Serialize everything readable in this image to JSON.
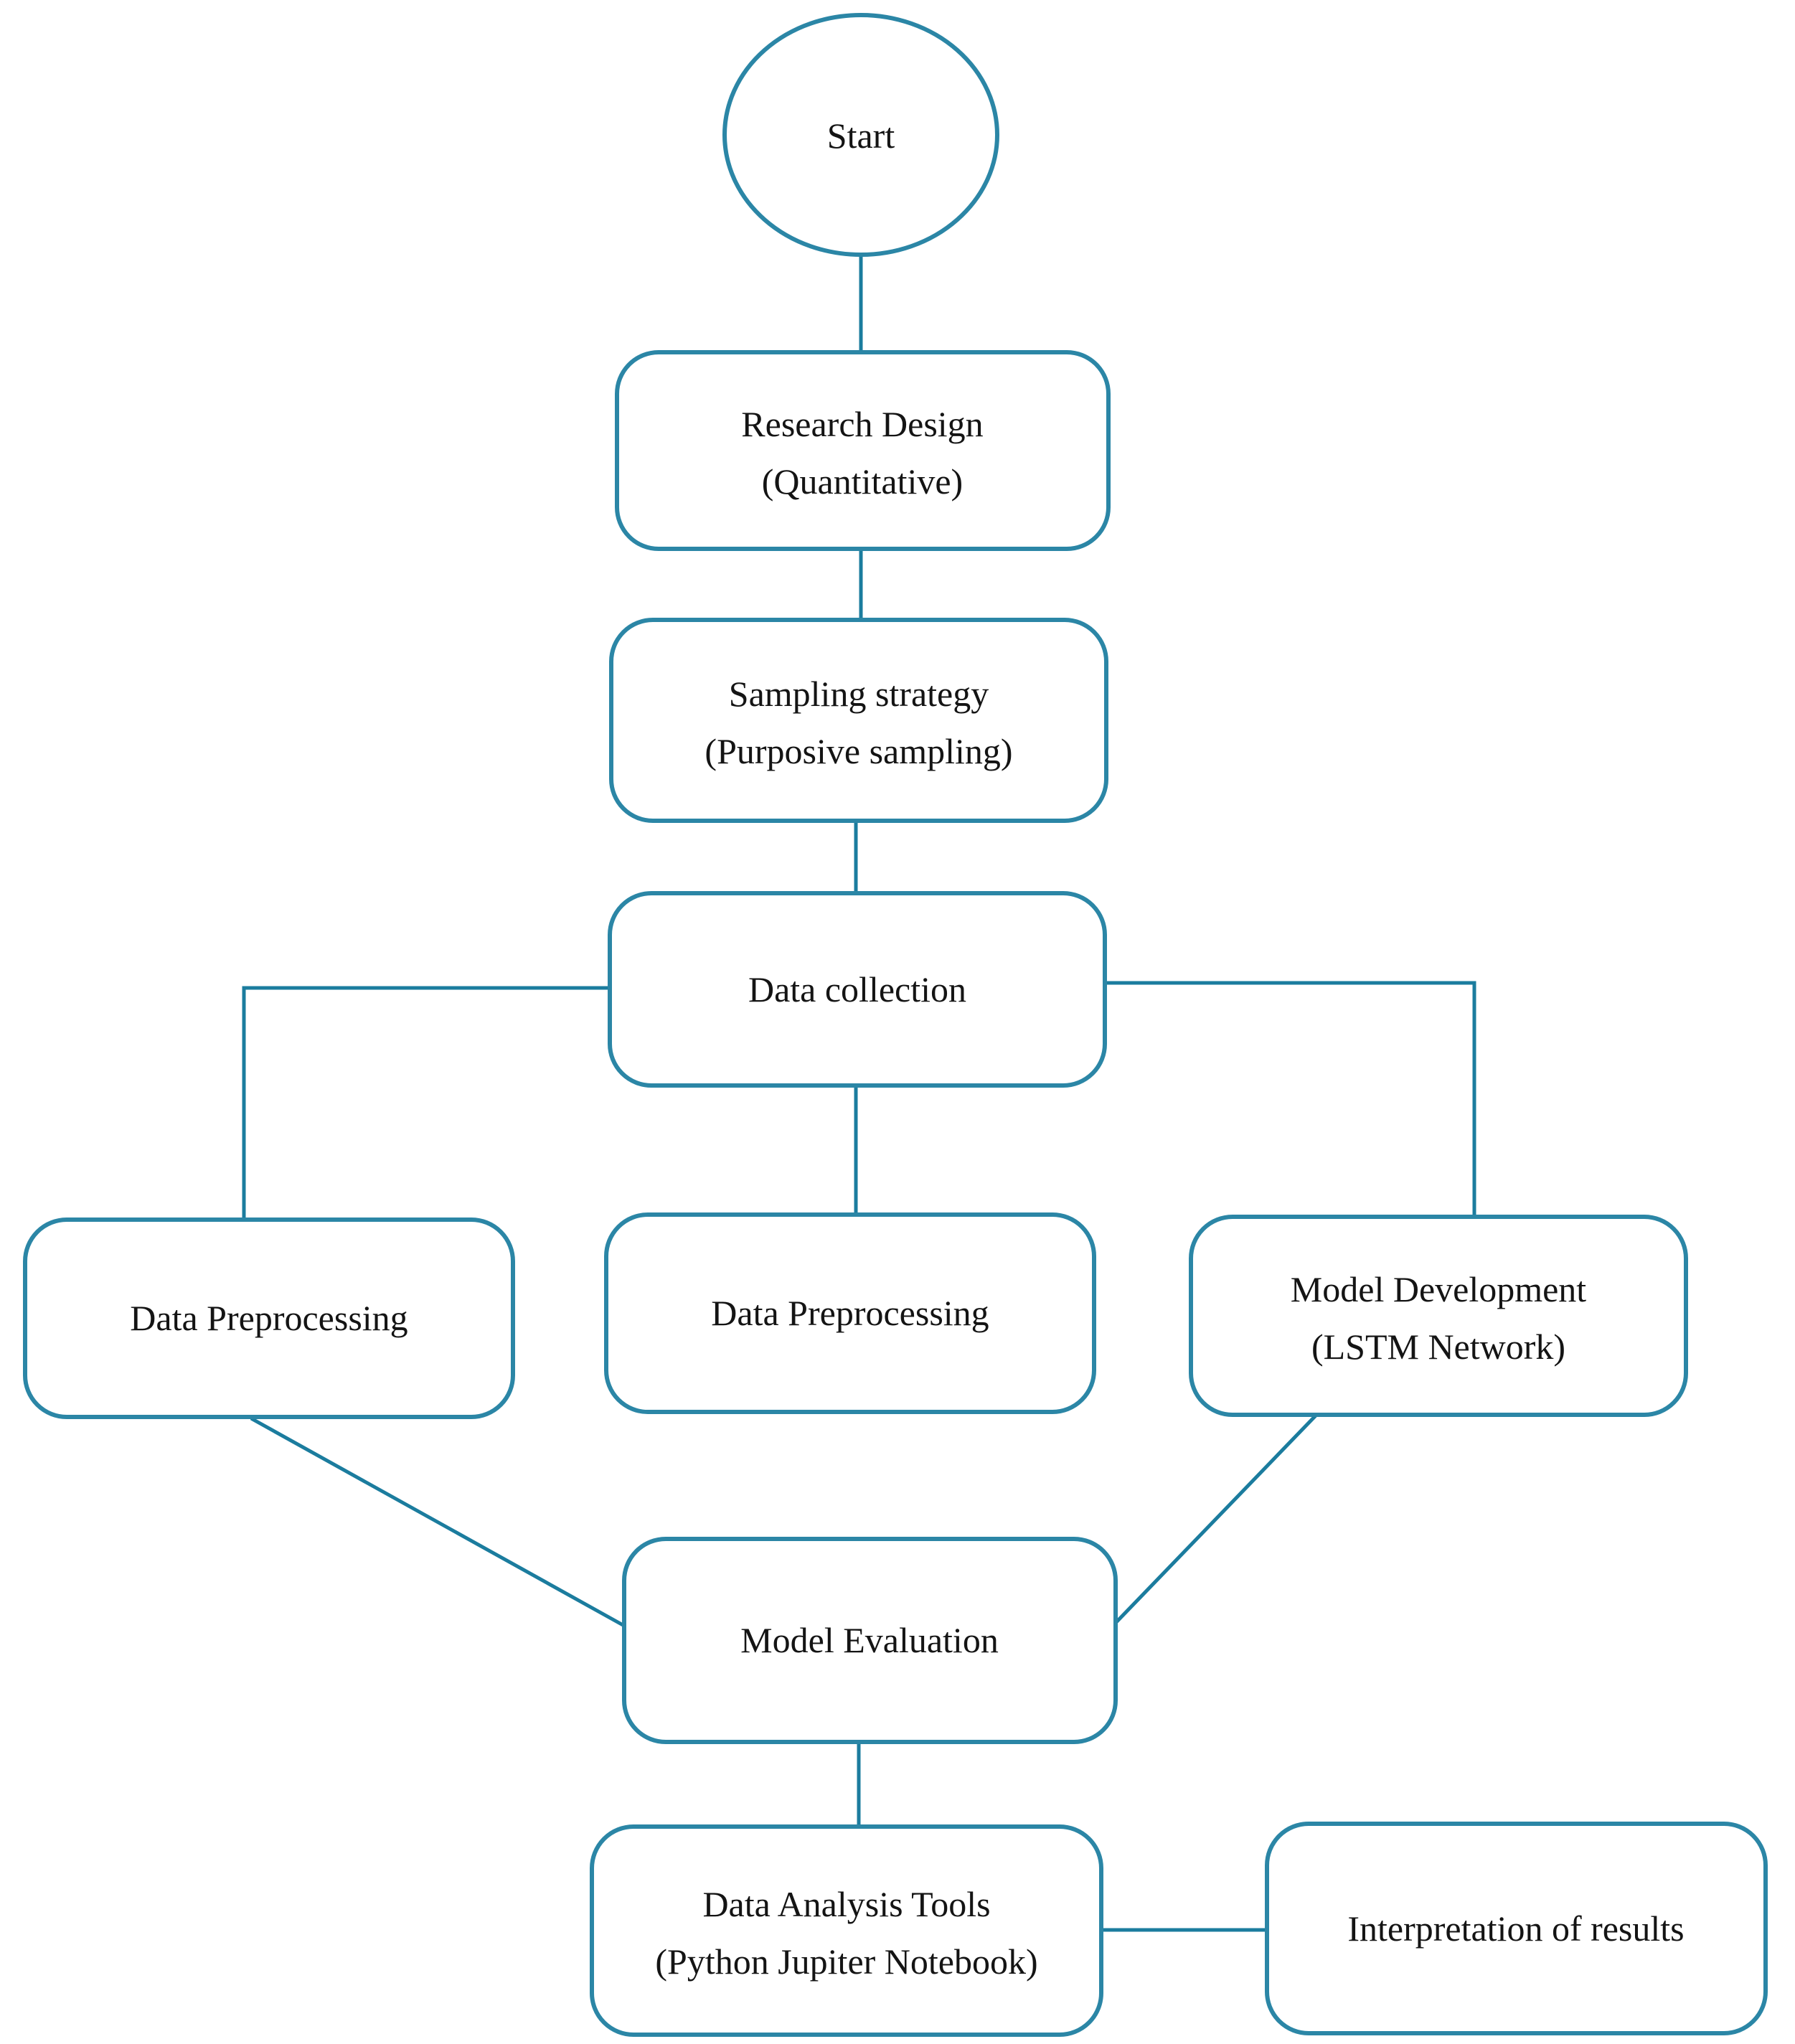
{
  "colors": {
    "background": "#ffffff",
    "edge": "#1b7c9e",
    "box_border": "#2b86a6",
    "text": "#141414"
  },
  "nodes": {
    "start": {
      "label": "Start"
    },
    "research_design": {
      "line1": "Research Design",
      "line2": "(Quantitative)"
    },
    "sampling_strategy": {
      "line1": "Sampling strategy",
      "line2": "(Purposive sampling)"
    },
    "data_collection": {
      "label": "Data collection"
    },
    "data_preprocessing_left": {
      "label": "Data Preprocessing"
    },
    "data_preprocessing_center": {
      "label": "Data Preprocessing"
    },
    "model_development": {
      "line1": "Model Development",
      "line2": "(LSTM Network)"
    },
    "model_evaluation": {
      "label": "Model Evaluation"
    },
    "data_analysis_tools": {
      "line1": "Data Analysis Tools",
      "line2": "(Python Jupiter Notebook)"
    },
    "interpretation_of_results": {
      "label": "Interpretation of results"
    }
  },
  "edges": [
    {
      "from": "start",
      "to": "research_design"
    },
    {
      "from": "research_design",
      "to": "sampling_strategy"
    },
    {
      "from": "sampling_strategy",
      "to": "data_collection"
    },
    {
      "from": "data_collection",
      "to": "data_preprocessing_left"
    },
    {
      "from": "data_collection",
      "to": "data_preprocessing_center"
    },
    {
      "from": "data_collection",
      "to": "model_development"
    },
    {
      "from": "data_preprocessing_left",
      "to": "model_evaluation"
    },
    {
      "from": "model_development",
      "to": "model_evaluation"
    },
    {
      "from": "model_evaluation",
      "to": "data_analysis_tools"
    },
    {
      "from": "data_analysis_tools",
      "to": "interpretation_of_results"
    }
  ]
}
